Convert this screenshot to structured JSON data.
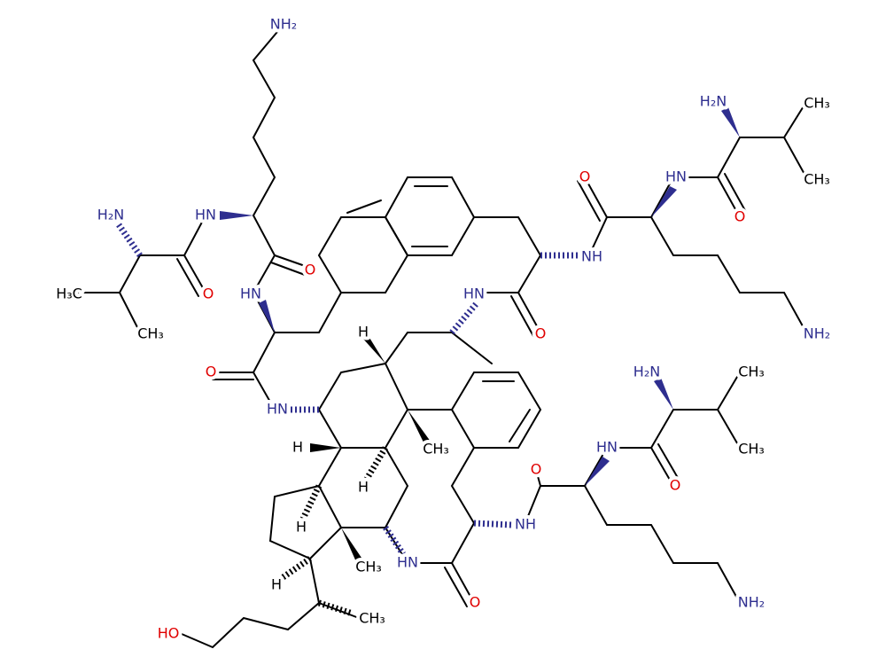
{
  "title": "Peptide-conjugated steroid structure",
  "colors": {
    "nitrogen": "#2e2e8f",
    "oxygen": "#e00000",
    "carbon": "#000000"
  },
  "atoms": [
    "NH₂",
    "H₂N",
    "HN",
    "O",
    "H₃C",
    "CH₃",
    "O",
    "HN",
    "O",
    "HN",
    "H",
    "H",
    "CH₃",
    "H",
    "H",
    "CH₃",
    "H",
    "CH₃",
    "HO",
    "HN",
    "O",
    "NH",
    "O",
    "HN",
    "O",
    "H₂N",
    "CH₃",
    "CH₃",
    "NH₂",
    "HN",
    "O",
    "NH",
    "O",
    "HN",
    "O",
    "H₂N",
    "CH₃",
    "CH₃",
    "NH₂"
  ]
}
